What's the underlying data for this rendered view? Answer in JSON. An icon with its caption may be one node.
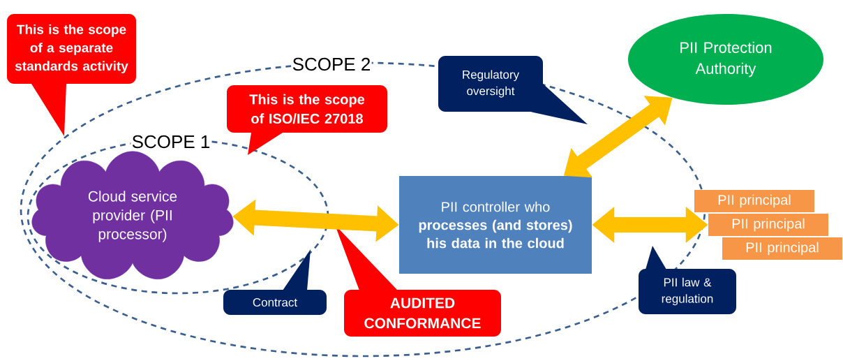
{
  "diagram": {
    "nodes": [
      {
        "text": [
          "SCOPE 2"
        ]
      },
      {
        "text": [
          "SCOPE 1"
        ],
        "in": 0
      },
      {
        "text": [
          "Cloud service provider (PII processor)"
        ],
        "in": 1
      },
      {
        "text": [
          "PII controller who **processes (and stores) his data in the cloud**"
        ],
        "in": 0
      },
      {
        "text": [
          "PII Protection Authority"
        ]
      },
      {
        "text": [
          "PII principal"
        ]
      },
      {
        "text": [
          "PII principal"
        ]
      },
      {
        "text": [
          "PII principal"
        ]
      },
      {
        "text": [
          "This is the scope of a separate standards activity"
        ]
      },
      {
        "text": [
          "This is the scope of ISO/IEC 27018"
        ],
        "in": 0
      },
      {
        "text": [
          "Regulatory oversight"
        ]
      },
      {
        "text": [
          "Contract"
        ],
        "in": 0
      },
      {
        "text": [
          "AUDITED CONFORMANCE"
        ],
        "in": 0
      },
      {
        "text": [
          "PII law & regulation"
        ]
      }
    ],
    "edges": [
      {
        "from": 2,
        "to": 3,
        "arrow": "both"
      },
      {
        "from": 3,
        "to": 4,
        "arrow": "both"
      },
      {
        "from": 3,
        "to": 6,
        "arrow": "both"
      }
    ]
  }
}
